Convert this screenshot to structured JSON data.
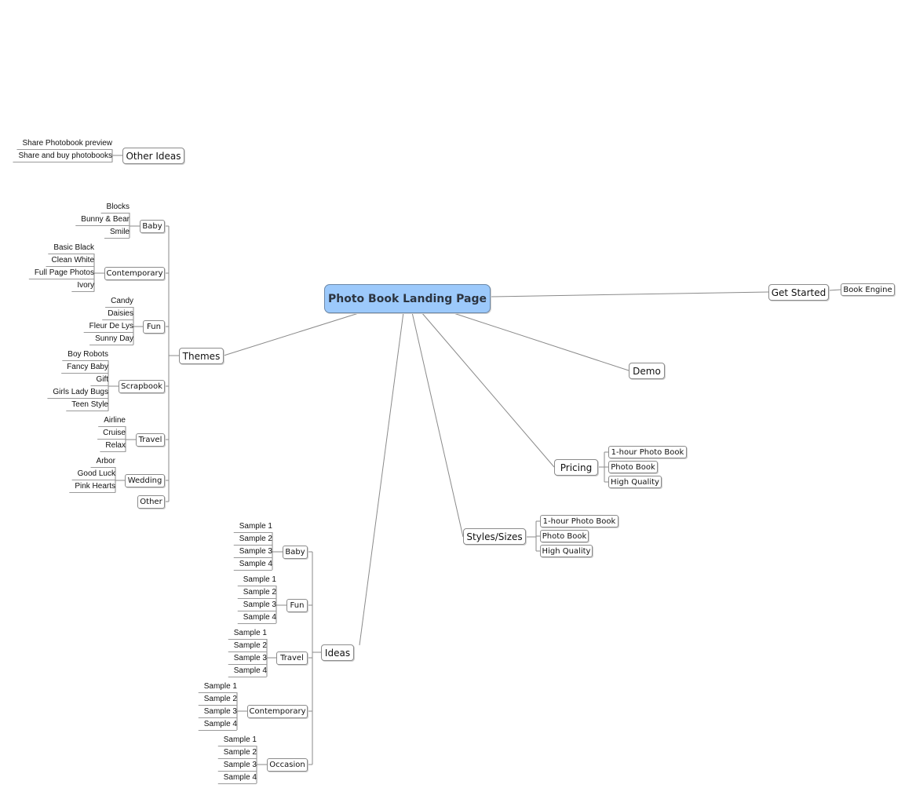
{
  "root": "Photo Book Landing Page",
  "topics": {
    "other_ideas": {
      "label": "Other Ideas",
      "children": [
        "Share Photobook preview",
        "Share and buy photobooks"
      ]
    },
    "themes": {
      "label": "Themes",
      "children": [
        {
          "label": "Baby",
          "children": [
            "Blocks",
            "Bunny & Bear",
            "Smile"
          ]
        },
        {
          "label": "Contemporary",
          "children": [
            "Basic Black",
            "Clean White",
            "Full Page Photos",
            "Ivory"
          ]
        },
        {
          "label": "Fun",
          "children": [
            "Candy",
            "Daisies",
            "Fleur De Lys",
            "Sunny Day"
          ]
        },
        {
          "label": "Scrapbook",
          "children": [
            "Boy Robots",
            "Fancy Baby",
            "Gift",
            "Girls Lady Bugs",
            "Teen Style"
          ]
        },
        {
          "label": "Travel",
          "children": [
            "Airline",
            "Cruise",
            "Relax"
          ]
        },
        {
          "label": "Wedding",
          "children": [
            "Arbor",
            "Good Luck",
            "Pink Hearts"
          ]
        },
        {
          "label": "Other",
          "children": []
        }
      ]
    },
    "get_started": {
      "label": "Get Started",
      "children": [
        "Book Engine"
      ]
    },
    "demo": {
      "label": "Demo"
    },
    "pricing": {
      "label": "Pricing",
      "children": [
        "1-hour Photo Book",
        "Photo Book",
        "High Quality"
      ]
    },
    "styles_sizes": {
      "label": "Styles/Sizes",
      "children": [
        "1-hour Photo Book",
        "Photo Book",
        "High Quality"
      ]
    },
    "ideas": {
      "label": "Ideas",
      "children": [
        {
          "label": "Baby",
          "children": [
            "Sample 1",
            "Sample 2",
            "Sample 3",
            "Sample 4"
          ]
        },
        {
          "label": "Fun",
          "children": [
            "Sample 1",
            "Sample 2",
            "Sample 3",
            "Sample 4"
          ]
        },
        {
          "label": "Travel",
          "children": [
            "Sample 1",
            "Sample 2",
            "Sample 3",
            "Sample 4"
          ]
        },
        {
          "label": "Contemporary",
          "children": [
            "Sample 1",
            "Sample 2",
            "Sample 3",
            "Sample 4"
          ]
        },
        {
          "label": "Occasion",
          "children": [
            "Sample 1",
            "Sample 2",
            "Sample 3",
            "Sample 4"
          ]
        }
      ]
    }
  }
}
